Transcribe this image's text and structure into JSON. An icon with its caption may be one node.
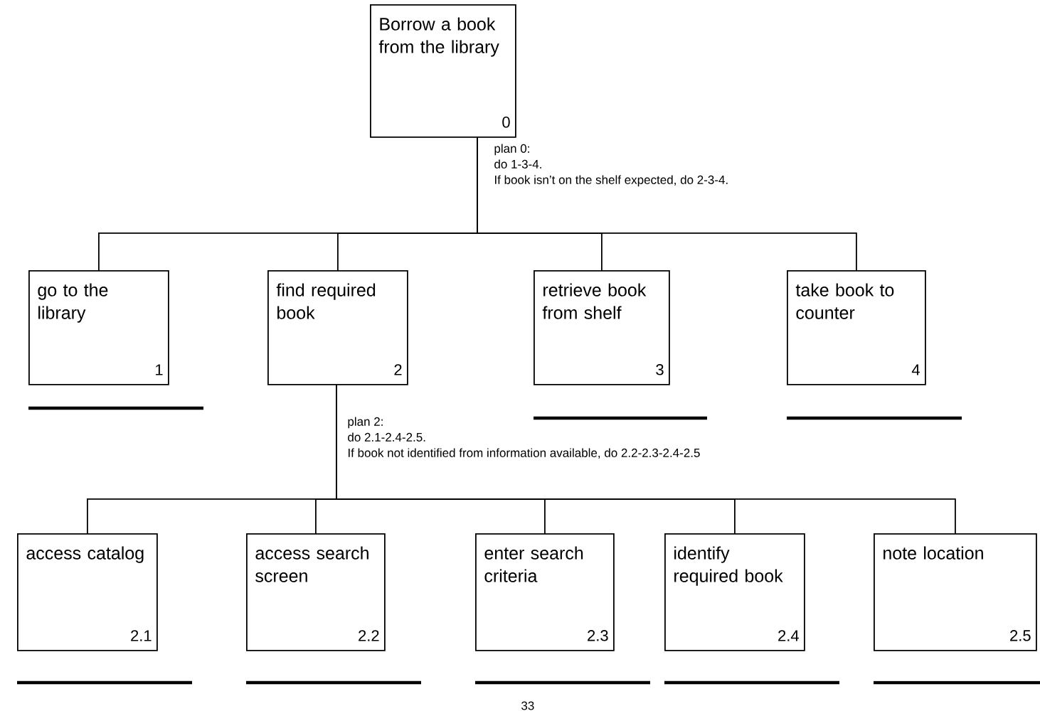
{
  "diagram": {
    "nodes": [
      {
        "text": [
          "Borrow a book from the library",
          "0"
        ]
      },
      {
        "text": [
          "go to the library",
          "1"
        ]
      },
      {
        "text": [
          "find required book",
          "2"
        ]
      },
      {
        "text": [
          "retrieve book from shelf",
          "3"
        ]
      },
      {
        "text": [
          "take book to counter",
          "4"
        ]
      },
      {
        "text": [
          "access catalog",
          "2.1"
        ]
      },
      {
        "text": [
          "access search screen",
          "2.2"
        ]
      },
      {
        "text": [
          "enter search criteria",
          "2.3"
        ]
      },
      {
        "text": [
          "identify required book",
          "2.4"
        ]
      },
      {
        "text": [
          "note location",
          "2.5"
        ]
      }
    ],
    "edges": [
      {
        "from": 0,
        "to": 1,
        "arrow": "none"
      },
      {
        "from": 0,
        "to": 2,
        "arrow": "none"
      },
      {
        "from": 0,
        "to": 3,
        "arrow": "none"
      },
      {
        "from": 0,
        "to": 4,
        "arrow": "none"
      },
      {
        "from": 2,
        "to": 5,
        "arrow": "none"
      },
      {
        "from": 2,
        "to": 6,
        "arrow": "none"
      },
      {
        "from": 2,
        "to": 7,
        "arrow": "none"
      },
      {
        "from": 2,
        "to": 8,
        "arrow": "none"
      },
      {
        "from": 2,
        "to": 9,
        "arrow": "none"
      }
    ],
    "labels": [
      "plan 0:",
      "do 1-3-4.",
      "If book isn’t on the shelf expected, do 2-3-4.",
      "plan 2:",
      "do 2.1-2.4-2.5.",
      "If book not identified from information available, do 2.2-2.3-2.4-2.5",
      "33"
    ]
  }
}
